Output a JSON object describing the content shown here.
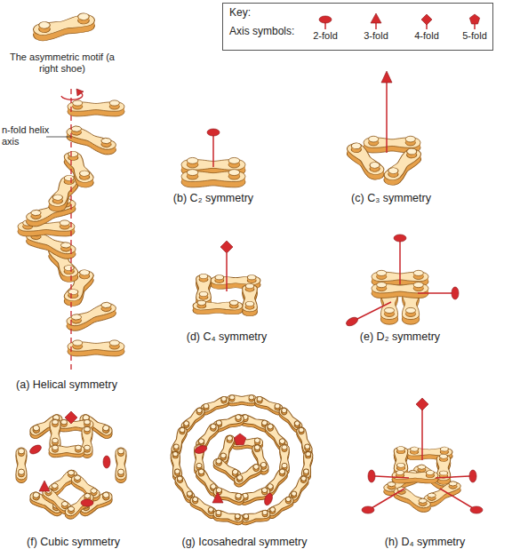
{
  "diagram": {
    "nodes": [
      {
        "text": [
          "Key:",
          "Axis symbols:"
        ]
      }
    ],
    "labels": [
      "The asymmetric motif (a right shoe)",
      "n-fold helix axis",
      "(a) Helical symmetry",
      "(b) C₂ symmetry",
      "(c) C₃ symmetry",
      "(d) C₄ symmetry",
      "(e) D₂ symmetry",
      "(f) Cubic symmetry",
      "(g) Icosahedral symmetry",
      "(h) D₄ symmetry"
    ],
    "legend": [
      {
        "text": "2-fold"
      },
      {
        "text": "3-fold"
      },
      {
        "text": "4-fold"
      },
      {
        "text": "5-fold"
      }
    ]
  }
}
